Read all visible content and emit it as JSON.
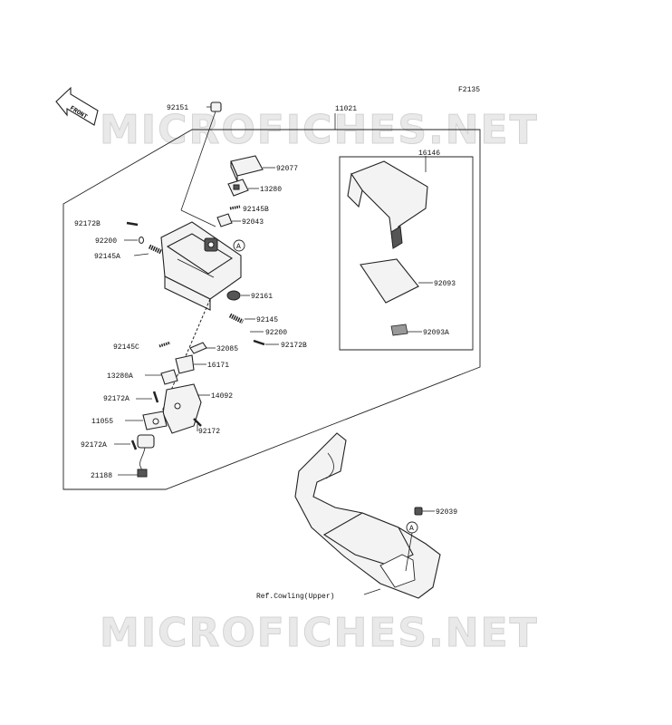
{
  "figure_code": "F2135",
  "watermark": "MICROFICHES.NET",
  "front_arrow": "FRONT",
  "callout_marker": "A",
  "labels": {
    "p92151": "92151",
    "p11021": "11021",
    "p92077": "92077",
    "p13280": "13280",
    "p92145B": "92145B",
    "p92043": "92043",
    "p92172B_top": "92172B",
    "p92200_top": "92200",
    "p92145A": "92145A",
    "p92161": "92161",
    "p92145": "92145",
    "p92200_mid": "92200",
    "p92172B_mid": "92172B",
    "p92145C": "92145C",
    "p32085": "32085",
    "p16171": "16171",
    "p13280A": "13280A",
    "p14092": "14092",
    "p92172A_a": "92172A",
    "p11055": "11055",
    "p92172": "92172",
    "p92172A_b": "92172A",
    "p21188": "21188",
    "p16146": "16146",
    "p92093": "92093",
    "p92093A": "92093A",
    "p92039": "92039",
    "ref_cowling": "Ref.Cowling(Upper)"
  }
}
